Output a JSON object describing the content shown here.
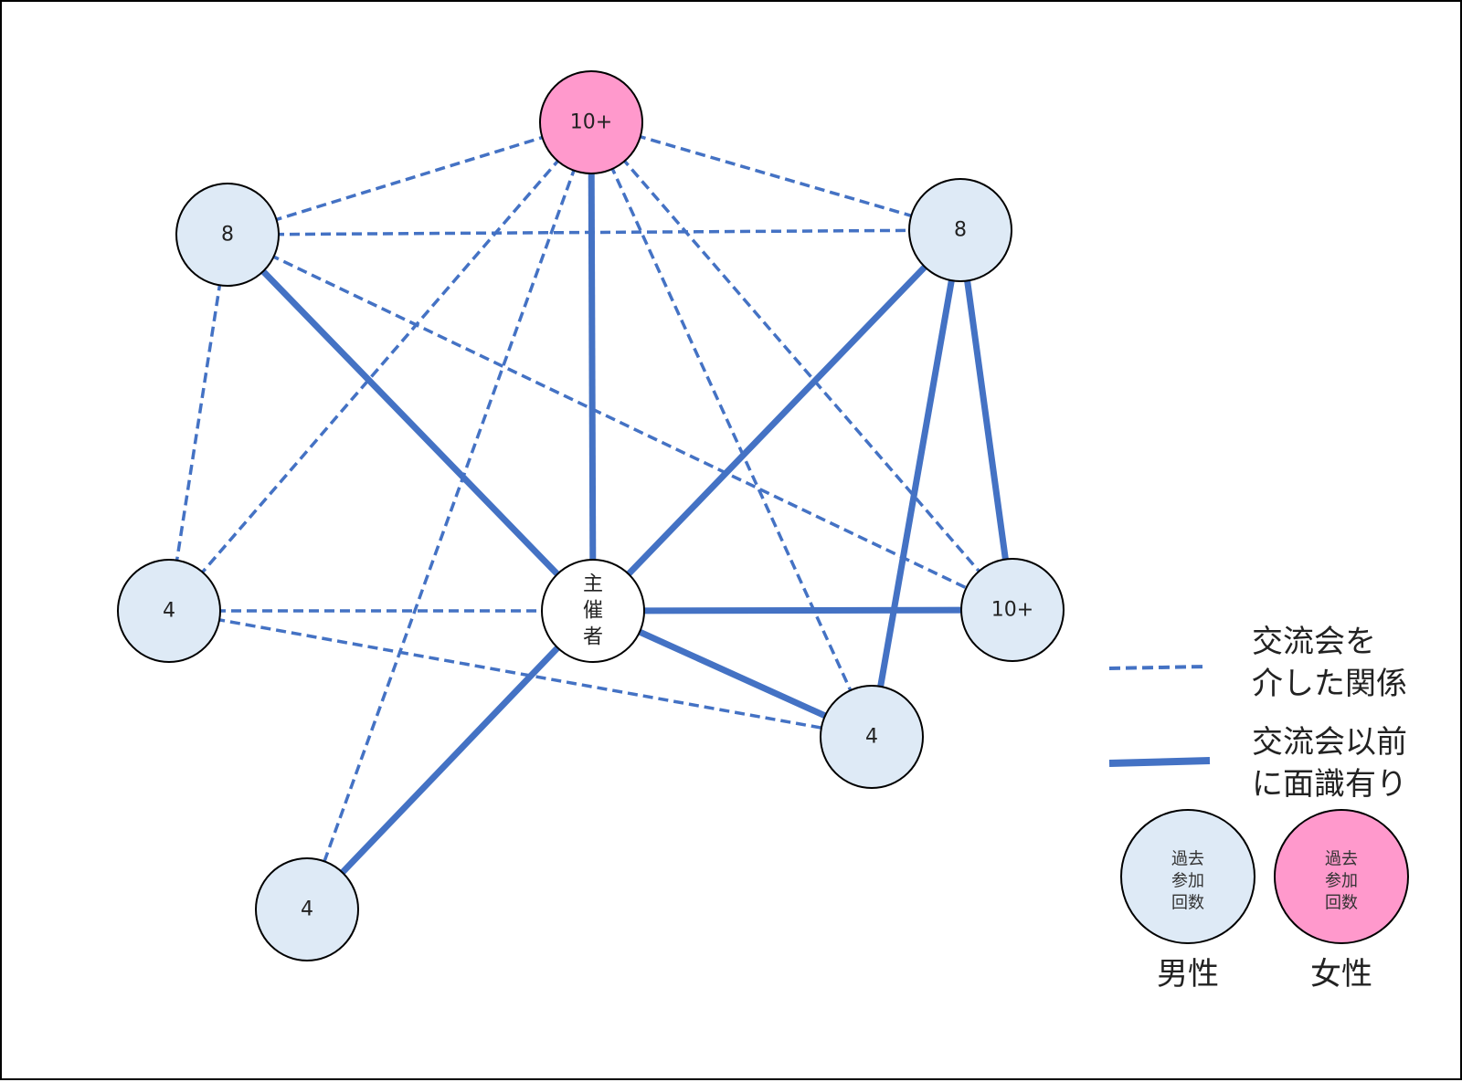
{
  "colors": {
    "edge": "#4472C4",
    "male_fill": "#DEEAF6",
    "female_fill": "#FF99CC",
    "host_fill": "#FFFFFF",
    "outline": "#000000"
  },
  "nodes": [
    {
      "id": "host",
      "label": "主催者",
      "gender": "host"
    },
    {
      "id": "top",
      "label": "10+",
      "gender": "female"
    },
    {
      "id": "ul",
      "label": "8",
      "gender": "male"
    },
    {
      "id": "ur",
      "label": "8",
      "gender": "male"
    },
    {
      "id": "ml",
      "label": "4",
      "gender": "male"
    },
    {
      "id": "mr",
      "label": "10+",
      "gender": "male"
    },
    {
      "id": "br",
      "label": "4",
      "gender": "male"
    },
    {
      "id": "bl",
      "label": "4",
      "gender": "male"
    }
  ],
  "edges": {
    "acquainted": [
      [
        "ul",
        "host"
      ],
      [
        "top",
        "host"
      ],
      [
        "ur",
        "host"
      ],
      [
        "host",
        "mr"
      ],
      [
        "host",
        "br"
      ],
      [
        "host",
        "bl"
      ],
      [
        "ur",
        "br"
      ],
      [
        "ur",
        "mr"
      ]
    ],
    "via_event": [
      [
        "ul",
        "top"
      ],
      [
        "top",
        "ur"
      ],
      [
        "ul",
        "ur"
      ],
      [
        "ul",
        "ml"
      ],
      [
        "top",
        "ml"
      ],
      [
        "top",
        "bl"
      ],
      [
        "top",
        "br"
      ],
      [
        "top",
        "mr"
      ],
      [
        "ul",
        "mr"
      ],
      [
        "ml",
        "host"
      ],
      [
        "ml",
        "br"
      ]
    ]
  },
  "legend": {
    "dashed_label_line1": "交流会を",
    "dashed_label_line2": "介した関係",
    "solid_label_line1": "交流会以前",
    "solid_label_line2": "に面識有り",
    "sample_label_line1": "過去",
    "sample_label_line2": "参加",
    "sample_label_line3": "回数",
    "male": "男性",
    "female": "女性"
  }
}
